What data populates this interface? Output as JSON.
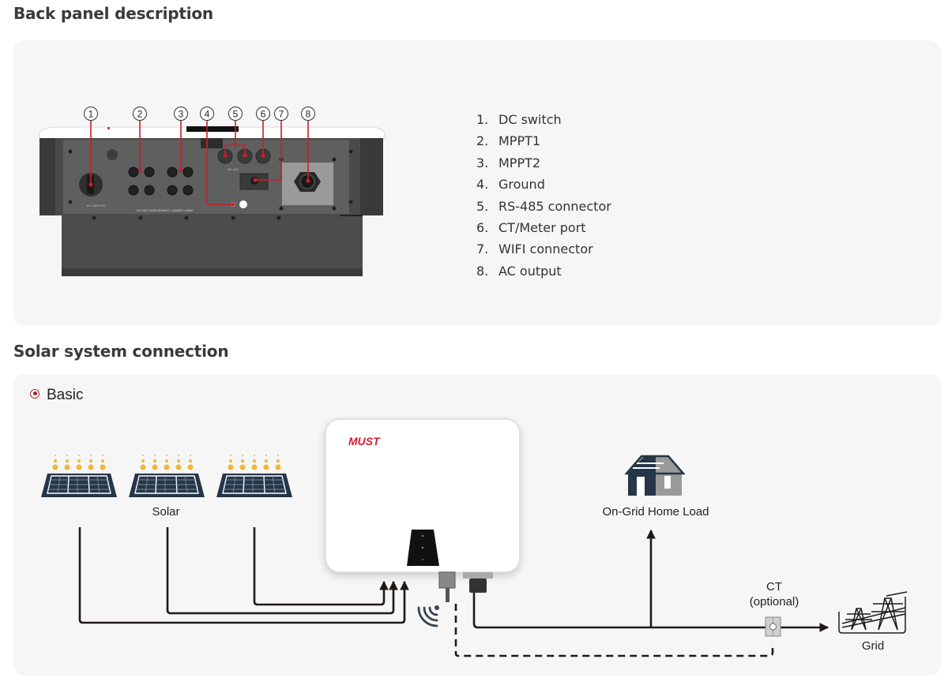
{
  "sections": {
    "back_panel_title": "Back panel description",
    "solar_connection_title": "Solar system connection"
  },
  "back_panel": {
    "callouts": [
      "1",
      "2",
      "3",
      "4",
      "5",
      "6",
      "7",
      "8"
    ],
    "panel_text": {
      "dc_switch": "DC SWITCH",
      "warning": "DO NOT DISCONNECT UNDER LOAD!",
      "rs485": "RS-485"
    },
    "legend": [
      {
        "num": "1.",
        "label": "DC switch"
      },
      {
        "num": "2.",
        "label": "MPPT1"
      },
      {
        "num": "3.",
        "label": "MPPT2"
      },
      {
        "num": "4.",
        "label": "Ground"
      },
      {
        "num": "5.",
        "label": "RS-485 connector"
      },
      {
        "num": "6.",
        "label": "CT/Meter port"
      },
      {
        "num": "7.",
        "label": "WIFI connector"
      },
      {
        "num": "8.",
        "label": "AC output"
      }
    ]
  },
  "connection": {
    "mode_label": "Basic",
    "solar_label": "Solar",
    "brand": "MUST",
    "home_label": "On-Grid Home Load",
    "ct_label": "CT",
    "ct_sub": "(optional)",
    "grid_label": "Grid",
    "solar_panel_count": 3
  },
  "colors": {
    "callout_red": "#c8202a",
    "brand_red": "#d2202f",
    "panel_navy": "#253648",
    "sun_yellow": "#f0b73a",
    "house_gray": "#9a9a9a",
    "line_black": "#1e1a18"
  }
}
